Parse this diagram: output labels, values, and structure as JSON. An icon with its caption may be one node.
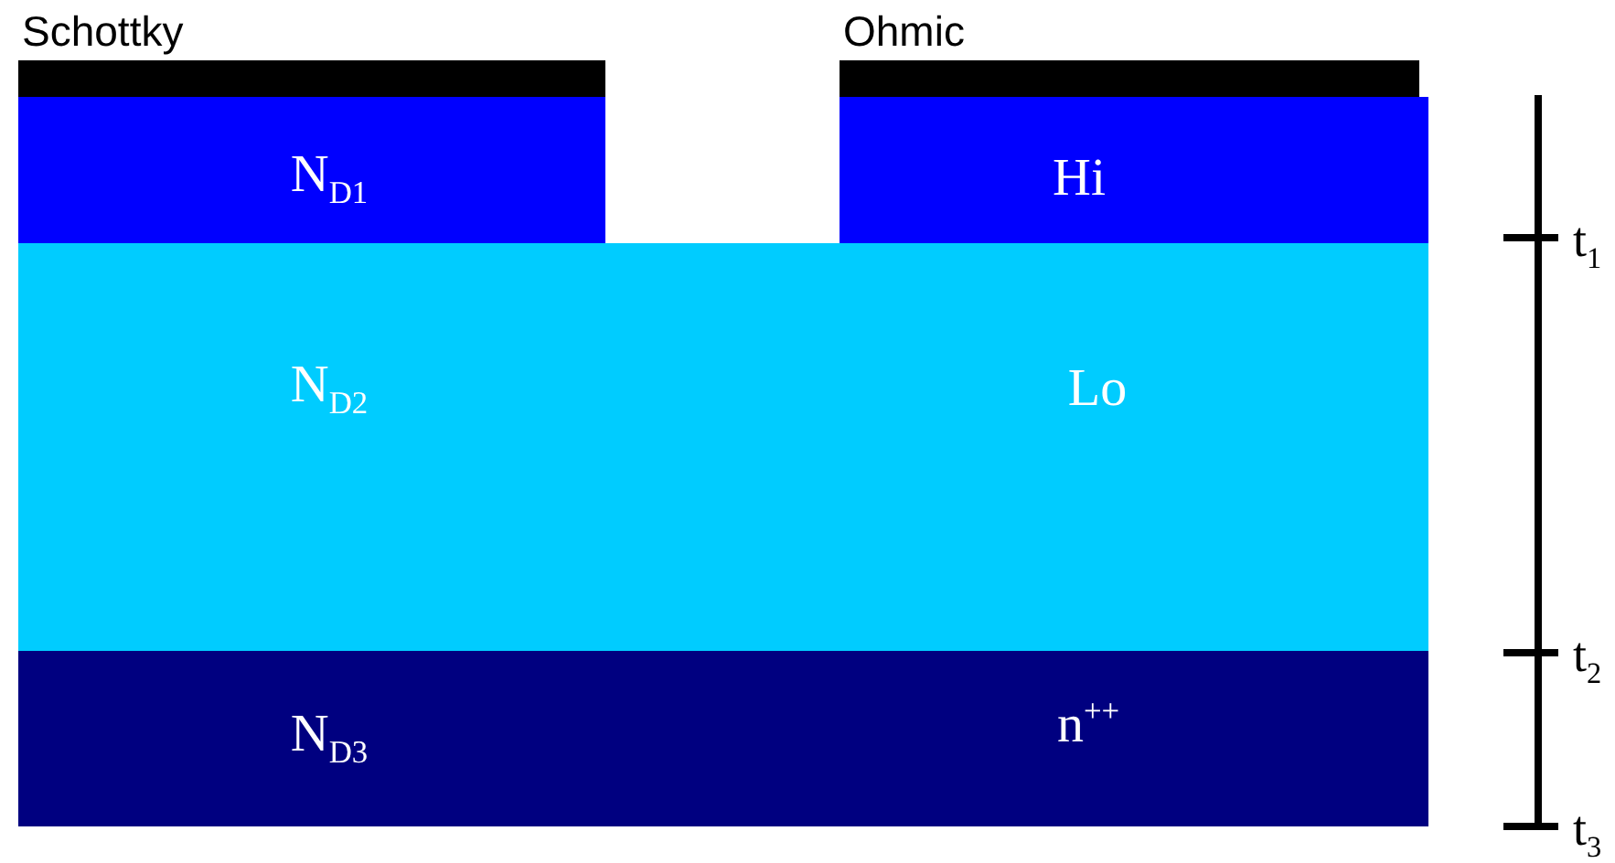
{
  "diagram": {
    "nodes": [
      {
        "text": [
          "Schottky"
        ]
      },
      {
        "text": [
          "Ohmic"
        ]
      },
      {
        "text": [
          "N$_{D1}$"
        ]
      },
      {
        "text": [
          "Hi"
        ]
      },
      {
        "text": [
          "N$_{D2}$",
          "Lo"
        ]
      },
      {
        "text": [
          "N$_{D3}$",
          "n$^{++}$"
        ]
      }
    ],
    "edges": [],
    "labels": [
      "t$_{1}$",
      "t$_{2}$",
      "t$_{3}$"
    ]
  }
}
